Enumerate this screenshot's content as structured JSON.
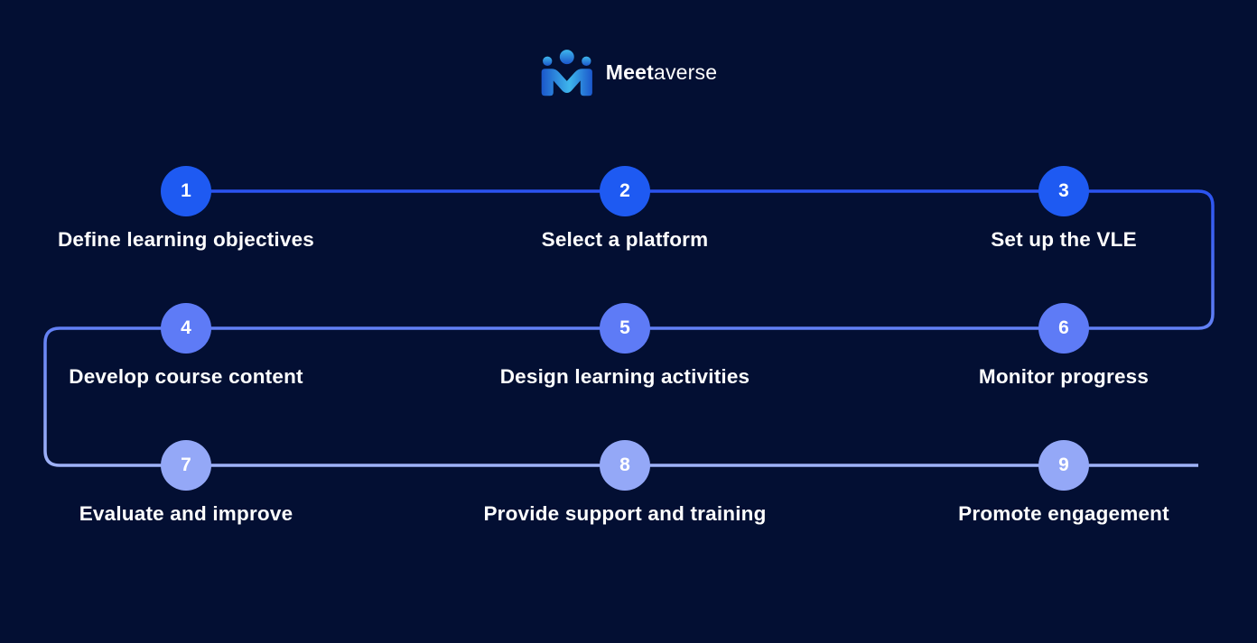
{
  "page": {
    "background": "#030f33"
  },
  "logo": {
    "bold": "Meet",
    "light": "averse",
    "icon": "meetaverse-m-icon",
    "icon_colors": {
      "from": "#1b57cb",
      "to": "#3eb6ec"
    }
  },
  "colors": {
    "row1_accent": "#1e5af2",
    "row2_accent": "#5e7bf6",
    "row3_accent": "#94a8f7",
    "text": "#ffffff",
    "line_stops": [
      "#2b53f0",
      "#6280f5",
      "#9fb2f8"
    ]
  },
  "steps": [
    {
      "number": "1",
      "label": "Define learning objectives"
    },
    {
      "number": "2",
      "label": "Select a platform"
    },
    {
      "number": "3",
      "label": "Set up the VLE"
    },
    {
      "number": "4",
      "label": "Develop course content"
    },
    {
      "number": "5",
      "label": "Design learning activities"
    },
    {
      "number": "6",
      "label": "Monitor progress"
    },
    {
      "number": "7",
      "label": "Evaluate and improve"
    },
    {
      "number": "8",
      "label": "Provide support and training"
    },
    {
      "number": "9",
      "label": "Promote engagement"
    }
  ]
}
